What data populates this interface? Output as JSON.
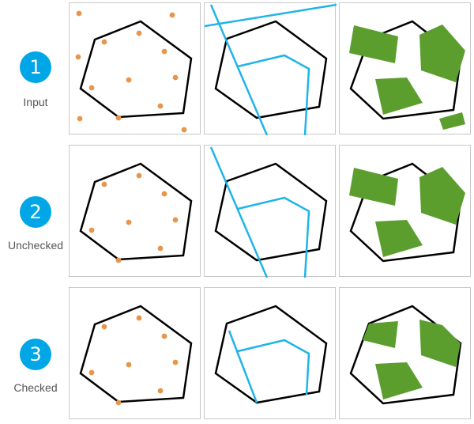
{
  "colors": {
    "accent": "#00a6e6",
    "point": "#e8954a",
    "line": "#1fb4e8",
    "polygon_fill": "#5b9e2e",
    "outline": "#000000",
    "panel_border": "#c8c8c8",
    "label_text": "#555555"
  },
  "rows": [
    {
      "number": "1",
      "label": "Input"
    },
    {
      "number": "2",
      "label": "Unchecked"
    },
    {
      "number": "3",
      "label": "Checked"
    }
  ]
}
